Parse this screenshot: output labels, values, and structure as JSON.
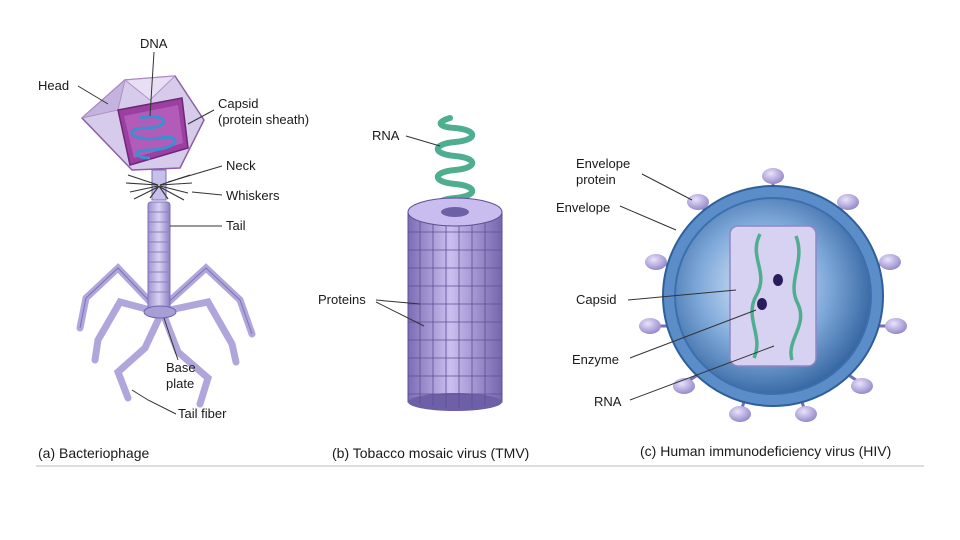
{
  "panels": {
    "bacteriophage": {
      "caption": "(a) Bacteriophage",
      "labels": {
        "dna": "DNA",
        "head": "Head",
        "capsid_line1": "Capsid",
        "capsid_line2": "(protein sheath)",
        "neck": "Neck",
        "whiskers": "Whiskers",
        "tail": "Tail",
        "base_plate_line1": "Base",
        "base_plate_line2": "plate",
        "tail_fiber": "Tail fiber"
      }
    },
    "tmv": {
      "caption": "(b) Tobacco mosaic virus (TMV)",
      "labels": {
        "rna": "RNA",
        "proteins": "Proteins"
      }
    },
    "hiv": {
      "caption": "(c) Human immunodeficiency virus (HIV)",
      "labels": {
        "envelope_protein_line1": "Envelope",
        "envelope_protein_line2": "protein",
        "envelope": "Envelope",
        "capsid": "Capsid",
        "enzyme": "Enzyme",
        "rna": "RNA"
      }
    }
  },
  "colors": {
    "lavender": "#b9aede",
    "lavender_dark": "#7d6fb4",
    "capsid_magenta": "#9b3fa3",
    "helix_green": "#4fae8f",
    "dna_blue": "#3b8fd0",
    "hiv_blue_dark": "#2e5f9a",
    "hiv_blue_light": "#8fb9e4"
  }
}
